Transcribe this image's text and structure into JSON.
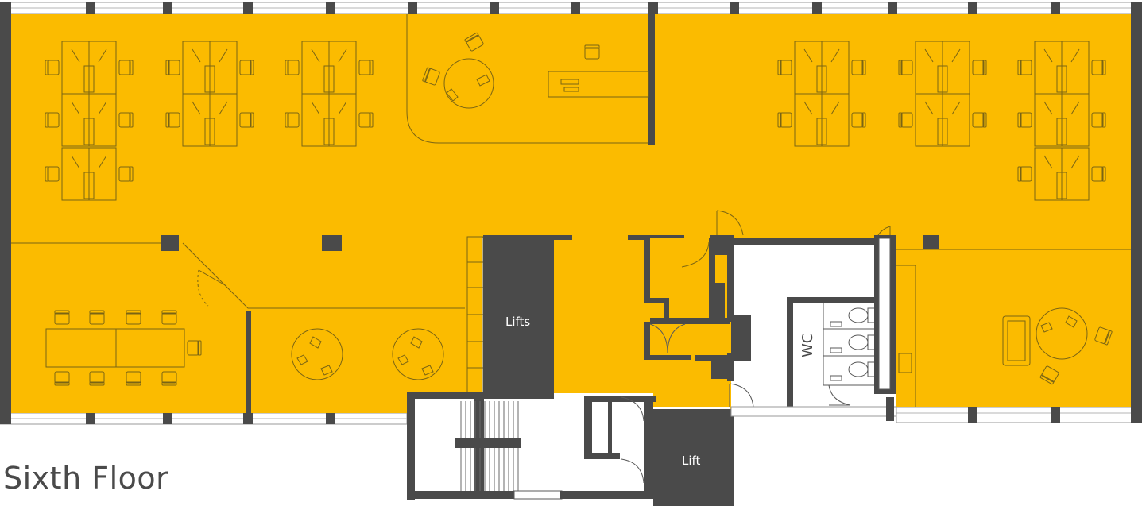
{
  "floor_title": "Sixth Floor",
  "rooms": {
    "lifts_main": "Lifts",
    "lift_small": "Lift",
    "wc": "WC"
  },
  "colors": {
    "office": "#fbbb00",
    "wall": "#4a4a4a",
    "core": "#ffffff",
    "furniture_line": "#7a6414"
  },
  "icons": [
    "desk-cluster-icon",
    "chair-icon",
    "round-table-icon",
    "meeting-table-icon",
    "sofa-icon",
    "door-swing-icon",
    "staircase-icon",
    "toilet-icon",
    "column-icon",
    "window-mullion-icon"
  ]
}
